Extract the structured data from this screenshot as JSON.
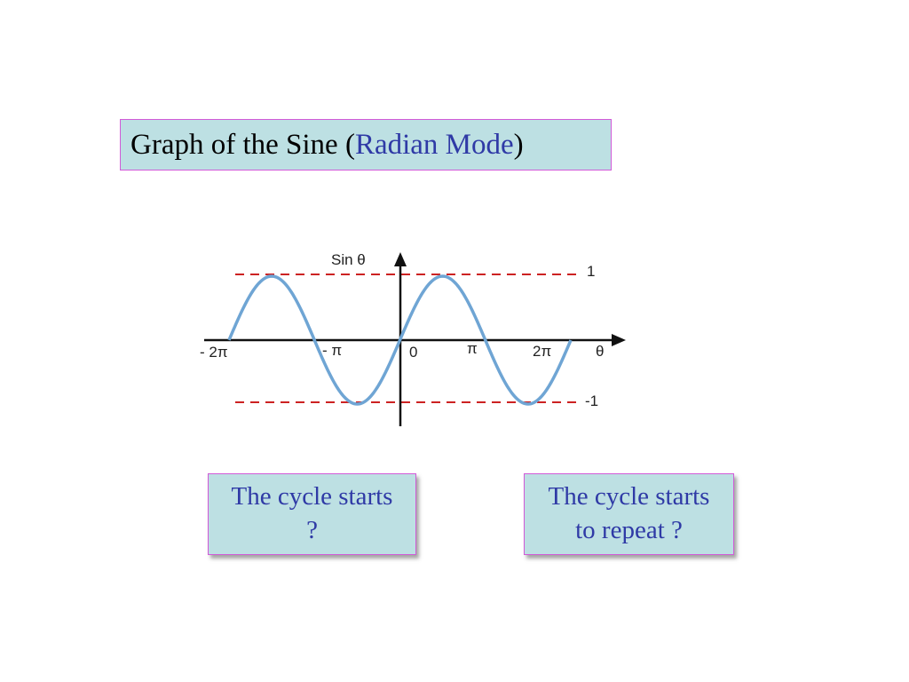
{
  "title": {
    "prefix": "Graph of the Sine (",
    "accent": "Radian Mode",
    "suffix": ")"
  },
  "colors": {
    "box_fill": "#bde0e3",
    "box_border": "#d25ad8",
    "accent_text": "#2f3aa6",
    "curve": "#6fa5d4",
    "reference_lines": "#cc2222"
  },
  "graph": {
    "y_axis_label": "Sin θ",
    "x_axis_label": "θ",
    "x_tick_labels": [
      "- 2π",
      "- π",
      "0",
      "π",
      "2π"
    ],
    "y_line_labels": [
      "1",
      "-1"
    ]
  },
  "chart_data": {
    "type": "line",
    "x_domain": [
      -6.283,
      6.283
    ],
    "y_domain": [
      -1,
      1
    ],
    "function": "sin",
    "reference_lines_y": [
      1,
      -1
    ]
  },
  "notes": {
    "left_line1": "The cycle starts",
    "left_line2": "?",
    "right_line1": "The cycle starts",
    "right_line2": "to repeat ?"
  }
}
